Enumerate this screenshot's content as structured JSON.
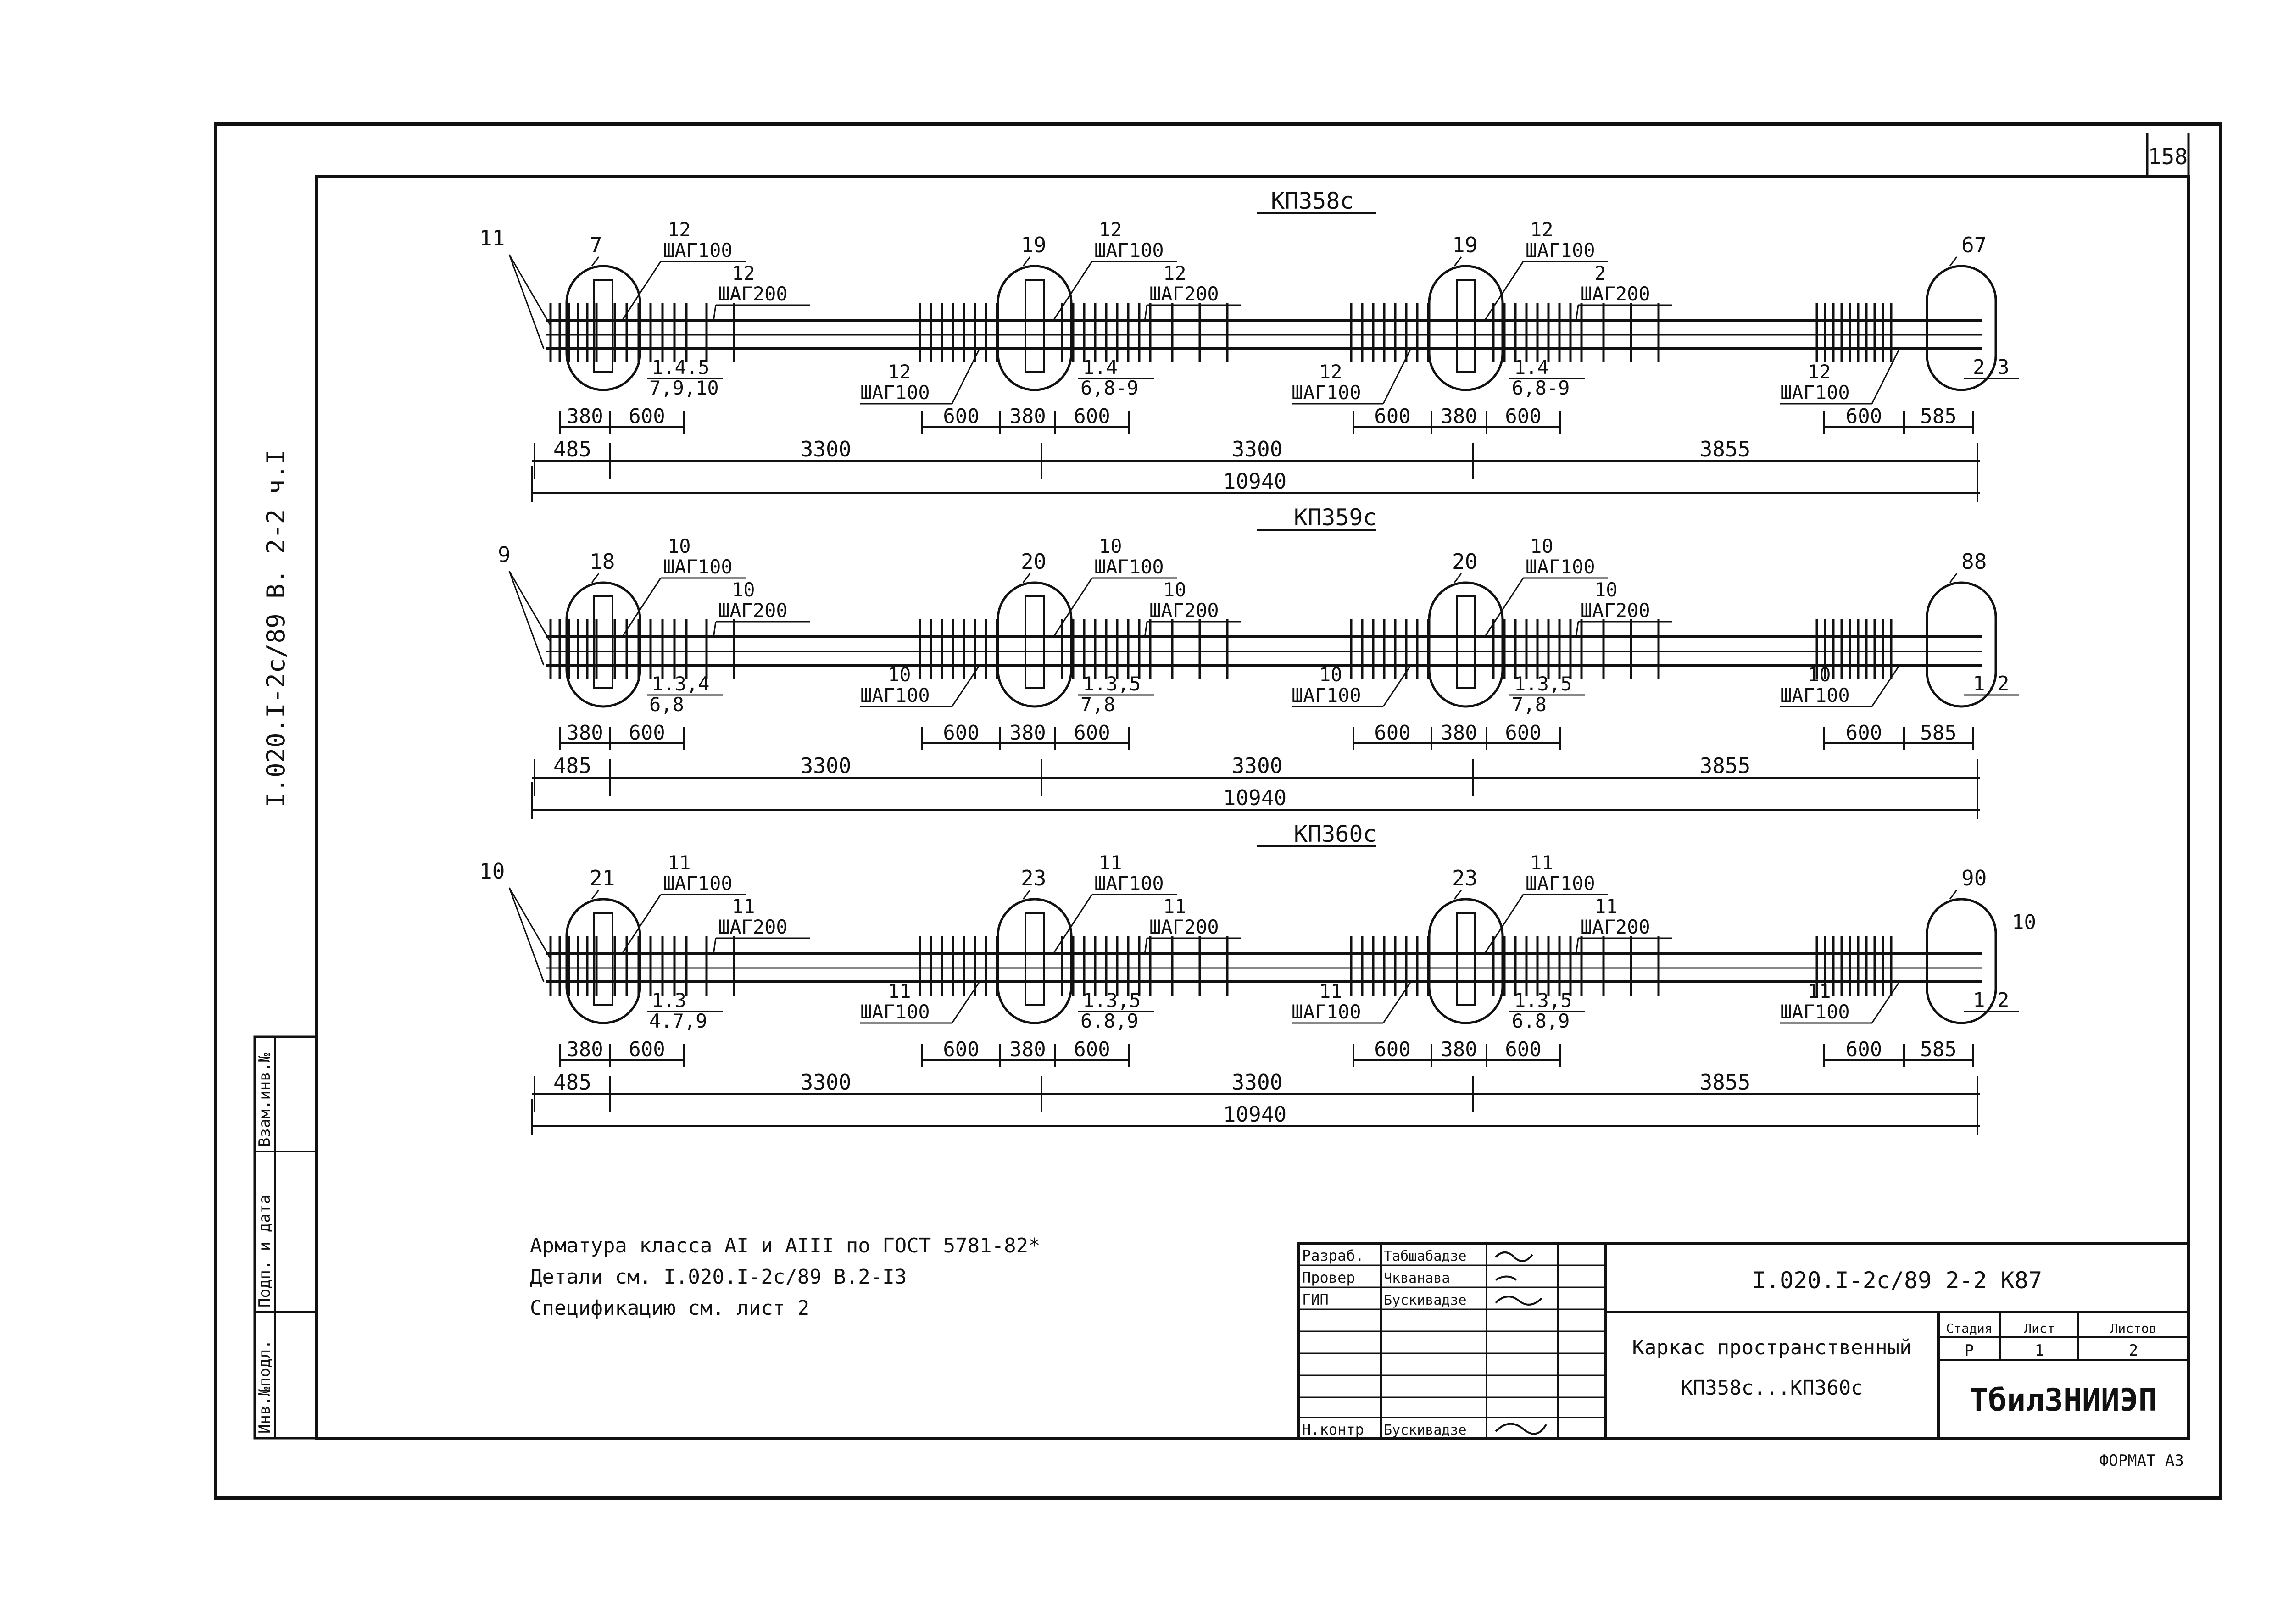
{
  "sheet": {
    "page_number": "158",
    "side_code": "I.020.I-2с/89 В. 2-2 ч.I",
    "stamp_left_columns": [
      "Инв.№подл.",
      "Подп. и дата",
      "Взам.инв.№"
    ]
  },
  "frames": [
    {
      "title": "КП358с",
      "left_mark": "11",
      "nodes": [
        {
          "num": "7",
          "top_bar": "12",
          "top_step": "ШАГ100",
          "mid_bar": "12",
          "mid_step": "ШАГ200",
          "below_1": "1.4.5",
          "below_2": "7,9,10",
          "dims": [
            "380",
            "600"
          ]
        },
        {
          "num": "19",
          "top_bar": "12",
          "top_step": "ШАГ100",
          "mid_bar": "12",
          "mid_step": "ШАГ200",
          "left_bar": "12",
          "left_step": "ШАГ100",
          "below_1": "1.4",
          "below_2": "6,8-9",
          "dims": [
            "600",
            "380",
            "600"
          ]
        },
        {
          "num": "19",
          "top_bar": "12",
          "top_step": "ШАГ100",
          "mid_bar": "2",
          "mid_step": "ШАГ200",
          "left_bar": "12",
          "left_step": "ШАГ100",
          "below_1": "1.4",
          "below_2": "6,8-9",
          "dims": [
            "600",
            "380",
            "600"
          ]
        },
        {
          "num": "67",
          "left_bar": "12",
          "left_step": "ШАГ100",
          "side": "2.3",
          "dims": [
            "600",
            "585"
          ]
        }
      ],
      "spans": [
        "485",
        "3300",
        "3300",
        "3855"
      ],
      "total": "10940"
    },
    {
      "title": "КП359с",
      "left_mark": "9",
      "nodes": [
        {
          "num": "18",
          "top_bar": "10",
          "top_step": "ШАГ100",
          "mid_bar": "10",
          "mid_step": "ШАГ200",
          "below_1": "1.3,4",
          "below_2": "6,8",
          "dims": [
            "380",
            "600"
          ]
        },
        {
          "num": "20",
          "top_bar": "10",
          "top_step": "ШАГ100",
          "mid_bar": "10",
          "mid_step": "ШАГ200",
          "left_bar": "10",
          "left_step": "ШАГ100",
          "below_1": "1.3,5",
          "below_2": "7,8",
          "dims": [
            "600",
            "380",
            "600"
          ]
        },
        {
          "num": "20",
          "top_bar": "10",
          "top_step": "ШАГ100",
          "mid_bar": "10",
          "mid_step": "ШАГ200",
          "left_bar": "10",
          "left_step": "ШАГ100",
          "below_1": "1.3,5",
          "below_2": "7,8",
          "dims": [
            "600",
            "380",
            "600"
          ]
        },
        {
          "num": "88",
          "left_bar": "10",
          "left_step": "ШАГ100",
          "side": "1.2",
          "dims": [
            "600",
            "585"
          ]
        }
      ],
      "spans": [
        "485",
        "3300",
        "3300",
        "3855"
      ],
      "total": "10940"
    },
    {
      "title": "КП360с",
      "left_mark": "10",
      "nodes": [
        {
          "num": "21",
          "top_bar": "11",
          "top_step": "ШАГ100",
          "mid_bar": "11",
          "mid_step": "ШАГ200",
          "below_1": "1.3",
          "below_2": "4.7,9",
          "dims": [
            "380",
            "600"
          ]
        },
        {
          "num": "23",
          "top_bar": "11",
          "top_step": "ШАГ100",
          "mid_bar": "11",
          "mid_step": "ШАГ200",
          "left_bar": "11",
          "left_step": "ШАГ100",
          "below_1": "1.3,5",
          "below_2": "6.8,9",
          "dims": [
            "600",
            "380",
            "600"
          ]
        },
        {
          "num": "23",
          "top_bar": "11",
          "top_step": "ШАГ100",
          "mid_bar": "11",
          "mid_step": "ШАГ200",
          "left_bar": "11",
          "left_step": "ШАГ100",
          "below_1": "1.3,5",
          "below_2": "6.8,9",
          "dims": [
            "600",
            "380",
            "600"
          ]
        },
        {
          "num": "90",
          "left_bar": "11",
          "left_step": "ШАГ100",
          "side": "1.2",
          "side_top": "10",
          "dims": [
            "600",
            "585"
          ]
        }
      ],
      "spans": [
        "485",
        "3300",
        "3300",
        "3855"
      ],
      "total": "10940"
    }
  ],
  "notes": [
    "Арматура класса АI и АIII по ГОСТ 5781-82*",
    "Детали см. I.020.I-2с/89 В.2-I3",
    "Спецификацию см. лист 2"
  ],
  "title_block": {
    "roles": [
      "Разраб.",
      "Провер",
      "ГИП",
      "Н.контр"
    ],
    "names": [
      "Табшабадзе",
      "Чкванава",
      "Бускивадзе",
      "Бускивадзе"
    ],
    "doc_code": "I.020.I-2с/89  2-2  К87",
    "title_line1": "Каркас пространственный",
    "title_line2": "КП358с...КП360с",
    "stage_label": "Стадия",
    "sheet_label": "Лист",
    "sheets_label": "Листов",
    "stage": "Р",
    "sheet": "1",
    "sheets": "2",
    "org": "ТбилЗНИИЭП"
  },
  "format": "ФОРМАТ А3"
}
